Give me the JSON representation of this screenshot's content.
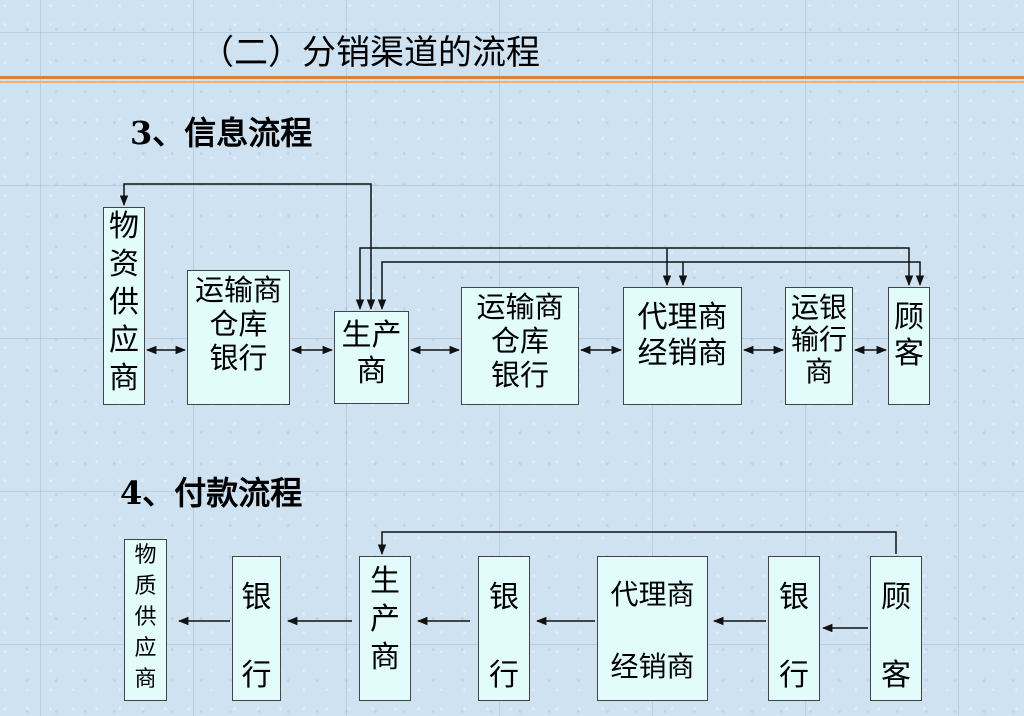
{
  "title": "（二）分销渠道的流程",
  "sections": {
    "info": {
      "heading": "3、信息流程",
      "boxes": {
        "supplier": "物\n资\n供\n应\n商",
        "transport_left": "运输商\n仓库\n银行",
        "producer": "生产\n商",
        "transport_mid": "运输商\n仓库\n银行",
        "agent": "代理商\n经销商",
        "transport_bank": "运银\n输行\n商",
        "customer": "顾\n客"
      }
    },
    "payment": {
      "heading": "4、付款流程",
      "boxes": {
        "supplier": "物\n质\n供\n应\n商",
        "bank_1": "银\n行",
        "producer": "生\n产\n商",
        "bank_2": "银\n行",
        "agent": "代理商\n经销商",
        "bank_3": "银\n行",
        "customer": "顾\n客"
      }
    }
  }
}
